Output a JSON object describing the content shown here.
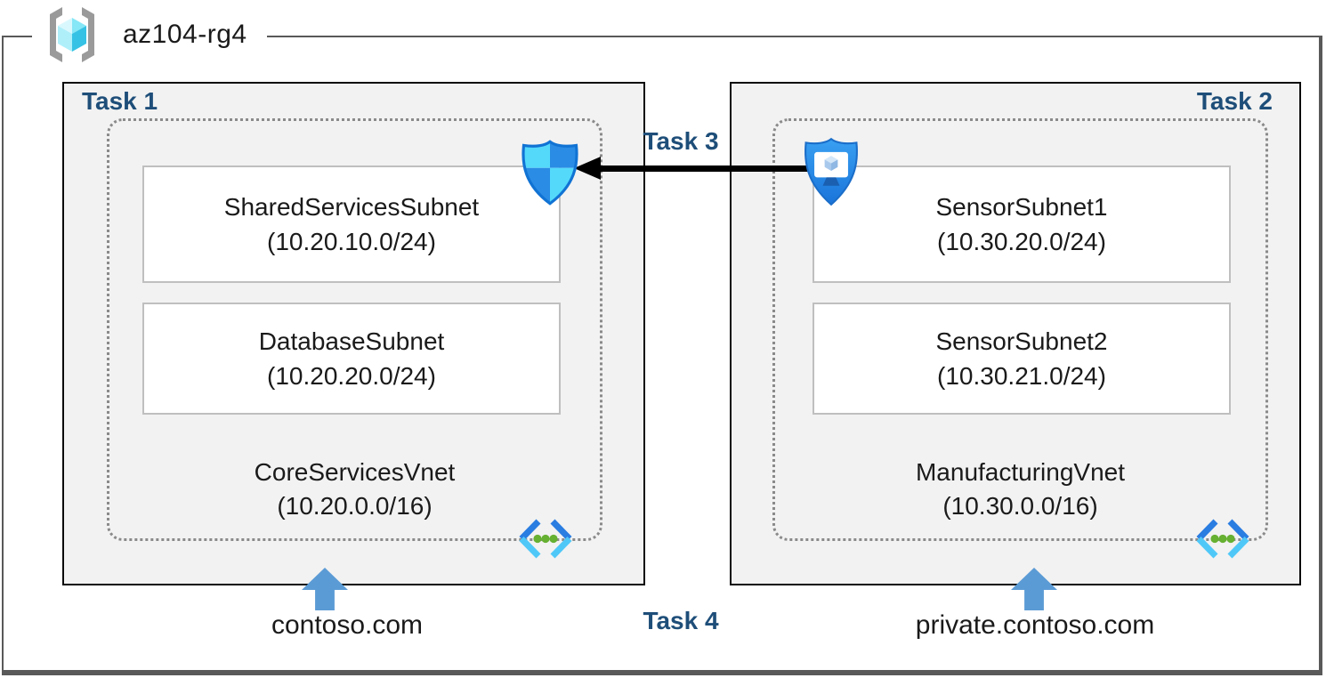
{
  "resource_group": {
    "name": "az104-rg4"
  },
  "tasks": {
    "task1": "Task 1",
    "task2": "Task 2",
    "task3": "Task 3",
    "task4": "Task 4"
  },
  "vnets": [
    {
      "name": "CoreServicesVnet",
      "cidr": "(10.20.0.0/16)",
      "dns": "contoso.com",
      "subnets": [
        {
          "name": "SharedServicesSubnet",
          "cidr": "(10.20.10.0/24)"
        },
        {
          "name": "DatabaseSubnet",
          "cidr": "(10.20.20.0/24)"
        }
      ]
    },
    {
      "name": "ManufacturingVnet",
      "cidr": "(10.30.0.0/16)",
      "dns": "private.contoso.com",
      "subnets": [
        {
          "name": "SensorSubnet1",
          "cidr": "(10.30.20.0/24)"
        },
        {
          "name": "SensorSubnet2",
          "cidr": "(10.30.21.0/24)"
        }
      ]
    }
  ],
  "icons": {
    "resource_group": "resource-group-icon",
    "nsg": "network-security-group-shield-icon",
    "asg": "application-security-group-shield-icon",
    "vnet": "virtual-network-icon",
    "up_arrow": "blue-up-arrow",
    "task3_arrow": "black-left-arrow"
  },
  "colors": {
    "task_text": "#1E4E79",
    "box_fill": "#F2F2F2",
    "box_border": "#0a0a0a",
    "subnet_border": "#BFBFBF",
    "frame_border": "#595959",
    "dotted_border": "#8a8a8a",
    "up_arrow": "#5B9BD5",
    "nsg_light": "#54d9fb",
    "nsg_blue": "#2a8ce4",
    "asg_blue": "#2489e9",
    "vnet_dark_blue": "#2a7de1",
    "vnet_cyan": "#4fc8f8",
    "vnet_dot_green": "#66b032"
  }
}
